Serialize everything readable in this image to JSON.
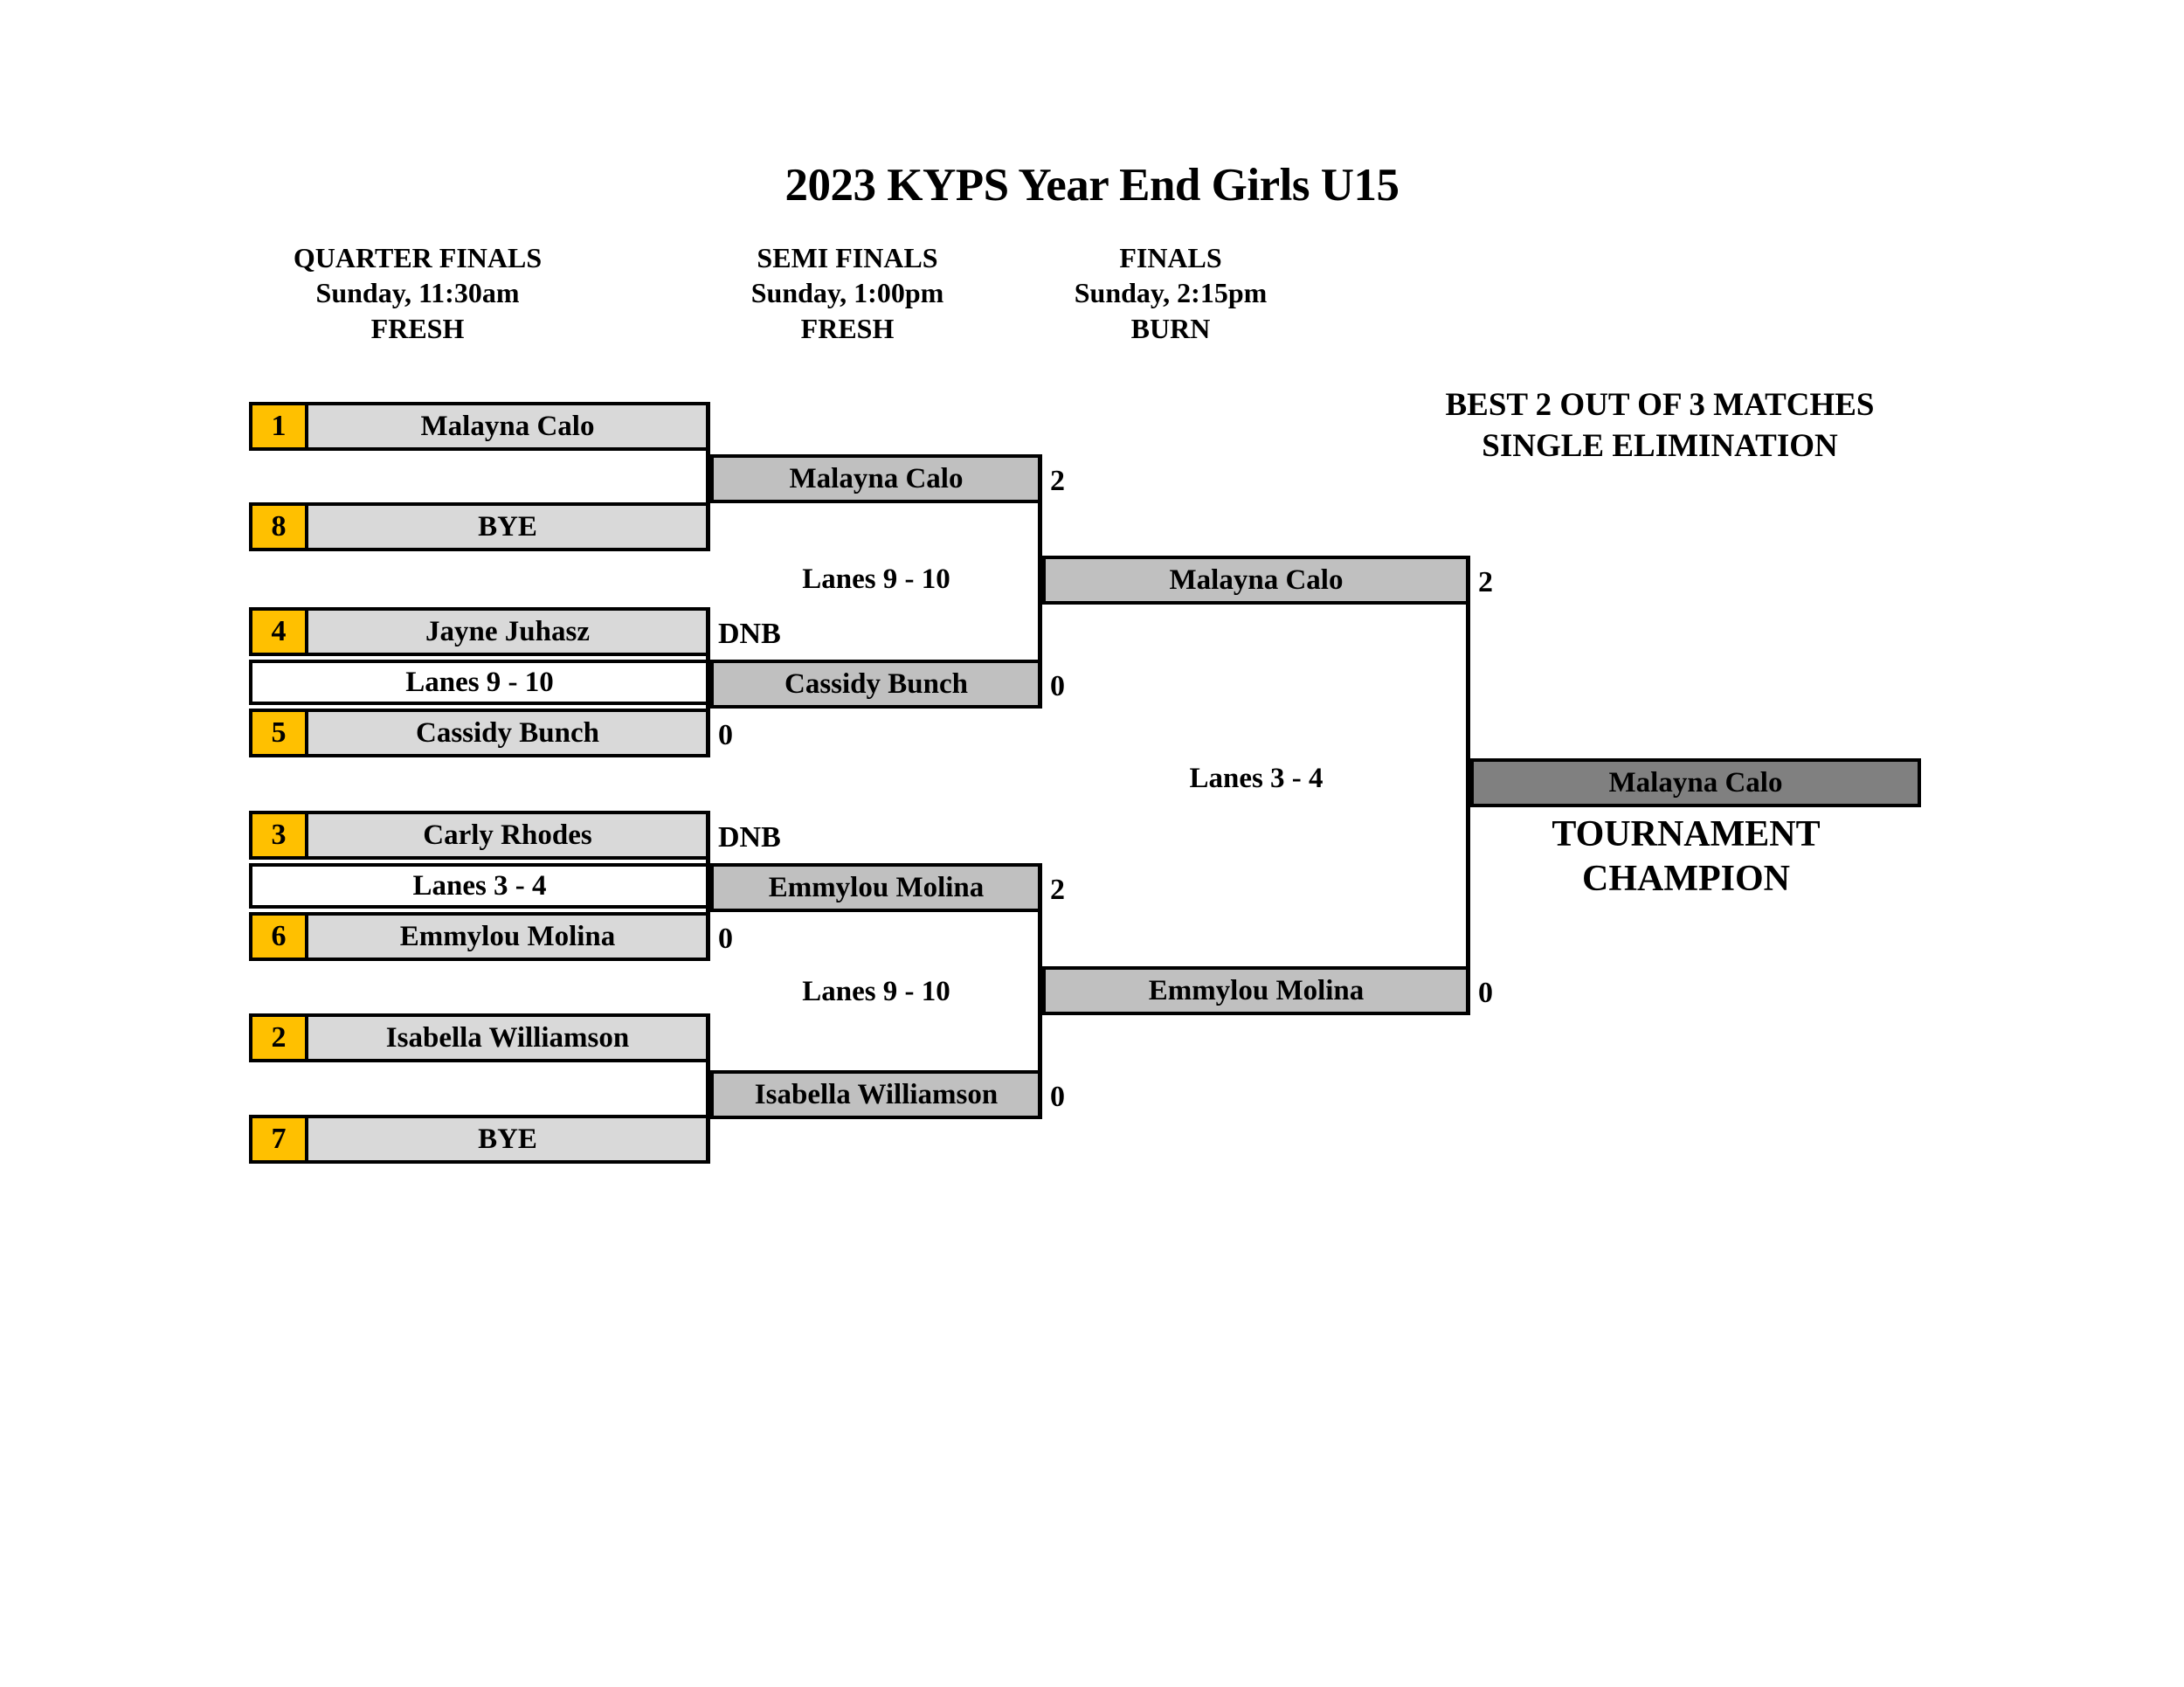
{
  "title": "2023 KYPS Year End Girls U15",
  "notes": {
    "line1": "BEST 2 OUT OF 3 MATCHES",
    "line2": "SINGLE ELIMINATION"
  },
  "champion_caption": {
    "line1": "TOURNAMENT",
    "line2": "CHAMPION"
  },
  "rounds": [
    {
      "name": "QUARTER FINALS",
      "time": "Sunday, 11:30am",
      "venue": "FRESH"
    },
    {
      "name": "SEMI FINALS",
      "time": "Sunday, 1:00pm",
      "venue": "FRESH"
    },
    {
      "name": "FINALS",
      "time": "Sunday, 2:15pm",
      "venue": "BURN"
    }
  ],
  "colors": {
    "seed": "#FFC000",
    "quarterfinal_slot": "#D9D9D9",
    "semifinal_slot": "#C0C0C0",
    "final_slot": "#C0C0C0",
    "champion_slot": "#808080",
    "border": "#000000"
  },
  "quarterfinals": [
    {
      "seed": "1",
      "player": "Malayna Calo",
      "score": ""
    },
    {
      "seed": "8",
      "player": "BYE",
      "score": ""
    },
    {
      "seed": "4",
      "player": "Jayne Juhasz",
      "score": "DNB"
    },
    {
      "seed": "5",
      "player": "Cassidy Bunch",
      "score": "0"
    },
    {
      "seed": "3",
      "player": "Carly Rhodes",
      "score": "DNB"
    },
    {
      "seed": "6",
      "player": "Emmylou Molina",
      "score": "0"
    },
    {
      "seed": "2",
      "player": "Isabella Williamson",
      "score": ""
    },
    {
      "seed": "7",
      "player": "BYE",
      "score": ""
    }
  ],
  "quarterfinal_lanes": [
    {
      "label": ""
    },
    {
      "label": "Lanes 9 - 10"
    },
    {
      "label": "Lanes 3 - 4"
    },
    {
      "label": ""
    }
  ],
  "semifinals": [
    {
      "player": "Malayna Calo",
      "score": "2"
    },
    {
      "player": "Cassidy Bunch",
      "score": "0"
    },
    {
      "player": "Emmylou Molina",
      "score": "2"
    },
    {
      "player": "Isabella Williamson",
      "score": "0"
    }
  ],
  "semifinal_lanes": [
    {
      "label": "Lanes 9 - 10"
    },
    {
      "label": "Lanes 9 - 10"
    }
  ],
  "finals": [
    {
      "player": "Malayna Calo",
      "score": "2"
    },
    {
      "player": "Emmylou Molina",
      "score": "0"
    }
  ],
  "final_lanes": [
    {
      "label": "Lanes 3 - 4"
    }
  ],
  "champion": {
    "player": "Malayna Calo"
  }
}
